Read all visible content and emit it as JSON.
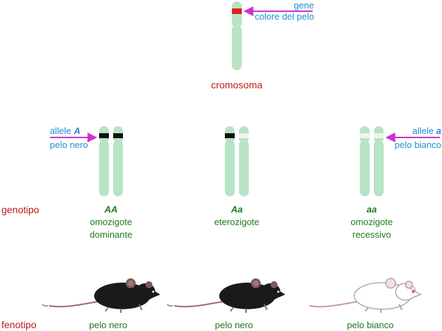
{
  "colors": {
    "chromosome": "#b7e4c4",
    "chromosome_edge": "#8fcca3",
    "gene_band": "#e02020",
    "allele_dominant_band": "#111111",
    "allele_recessive_band": "#f2f2f2",
    "arrow": "#cc33cc",
    "label_blue": "#1f8fd0",
    "label_red": "#c01818",
    "label_green": "#1c7a1c"
  },
  "top": {
    "gene_label": "gene",
    "gene_desc": "colore del pelo",
    "chromosome_label": "cromosoma"
  },
  "alleles": {
    "dominant": {
      "prefix": "allele ",
      "symbol": "A",
      "desc": "pelo nero"
    },
    "recessive": {
      "prefix": "allele ",
      "symbol": "a",
      "desc": "pelo bianco"
    }
  },
  "rows": {
    "genotype_label": "genotipo",
    "phenotype_label": "fenotipo"
  },
  "genotypes": [
    {
      "symbol": "AA",
      "line1": "omozigote",
      "line2": "dominante",
      "phenotype": "pelo nero",
      "mouse": "black-mouse"
    },
    {
      "symbol": "Aa",
      "line1": "eterozigote",
      "line2": "",
      "phenotype": "pelo nero",
      "mouse": "black-mouse"
    },
    {
      "symbol": "aa",
      "line1": "omozigote",
      "line2": "recessivo",
      "phenotype": "pelo bianco",
      "mouse": "white-mouse"
    }
  ]
}
